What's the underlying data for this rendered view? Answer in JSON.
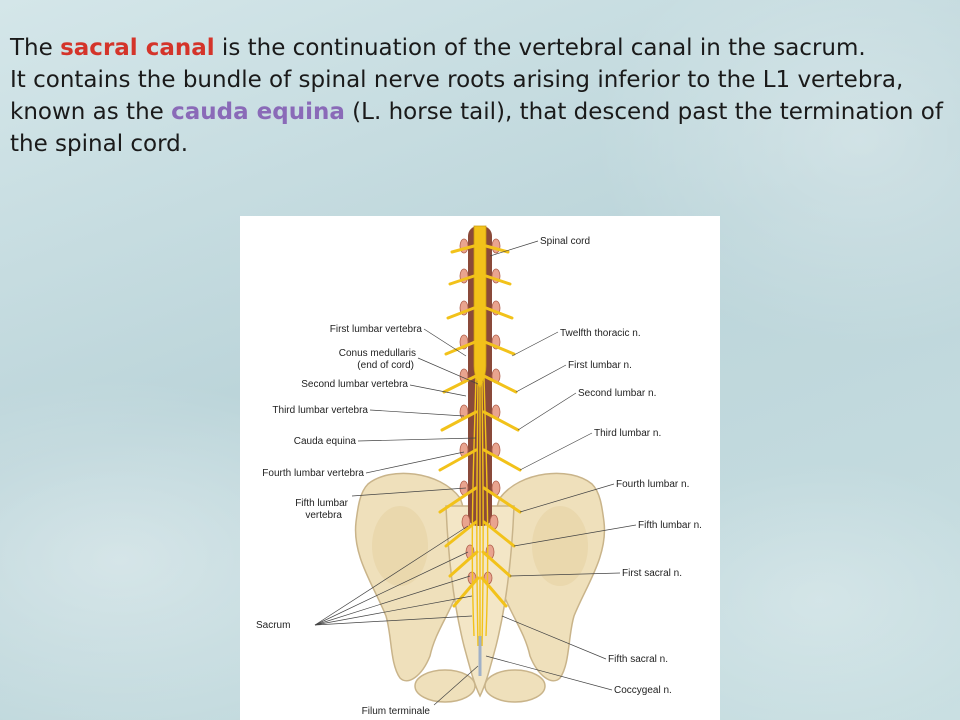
{
  "paragraph1": {
    "part1": "The ",
    "term1": "sacral canal",
    "part2": " is the continuation of the vertebral canal in the sacrum."
  },
  "paragraph2": {
    "part1": "It contains the bundle of spinal nerve roots arising inferior to the L1 vertebra, known as the ",
    "term2": "cauda equina",
    "part2": " (L. horse tail), that descend past the termination of the spinal cord."
  },
  "colors": {
    "term1": "#d4342a",
    "term2": "#8a6ab8",
    "nerve": "#f2c21a",
    "bone": "#efe0bb"
  },
  "figure_labels": {
    "spinal_cord": "Spinal cord",
    "first_lumbar_vertebra": "First lumbar vertebra",
    "conus_medullaris_1": "Conus medullaris",
    "conus_medullaris_2": "(end of cord)",
    "second_lumbar_vertebra": "Second lumbar vertebra",
    "third_lumbar_vertebra": "Third lumbar vertebra",
    "cauda_equina": "Cauda equina",
    "fourth_lumbar_vertebra": "Fourth lumbar vertebra",
    "fifth_lumbar_vertebra_1": "Fifth lumbar",
    "fifth_lumbar_vertebra_2": "vertebra",
    "sacrum": "Sacrum",
    "filum_terminale": "Filum terminale",
    "twelfth_thoracic_n": "Twelfth thoracic n.",
    "first_lumbar_n": "First lumbar n.",
    "second_lumbar_n": "Second lumbar n.",
    "third_lumbar_n": "Third lumbar n.",
    "fourth_lumbar_n": "Fourth lumbar n.",
    "fifth_lumbar_n": "Fifth lumbar n.",
    "first_sacral_n": "First sacral n.",
    "fifth_sacral_n": "Fifth sacral n.",
    "coccygeal_n": "Coccygeal n."
  }
}
